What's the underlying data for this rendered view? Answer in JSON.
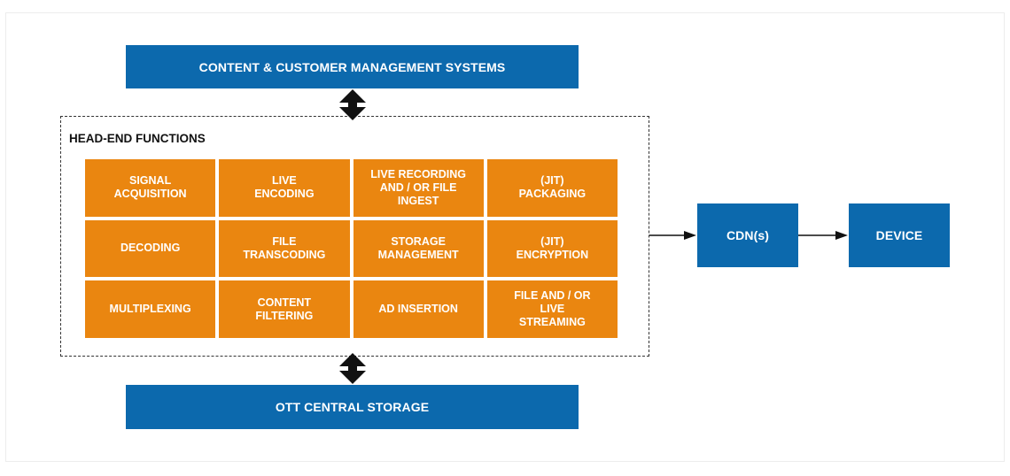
{
  "top_bar": {
    "label": "CONTENT & CUSTOMER MANAGEMENT SYSTEMS"
  },
  "head_end": {
    "label": "HEAD-END FUNCTIONS",
    "cells": [
      "SIGNAL\nACQUISITION",
      "LIVE\nENCODING",
      "LIVE RECORDING\nAND / OR FILE\nINGEST",
      "(JIT)\nPACKAGING",
      "DECODING",
      "FILE\nTRANSCODING",
      "STORAGE\nMANAGEMENT",
      "(JIT)\nENCRYPTION",
      "MULTIPLEXING",
      "CONTENT\nFILTERING",
      "AD INSERTION",
      "FILE AND / OR\nLIVE\nSTREAMING"
    ]
  },
  "bottom_bar": {
    "label": "OTT CENTRAL STORAGE"
  },
  "cdn": {
    "label": "CDN(s)"
  },
  "device": {
    "label": "DEVICE"
  },
  "colors": {
    "blue": "#0c69ad",
    "orange": "#ea8610"
  }
}
